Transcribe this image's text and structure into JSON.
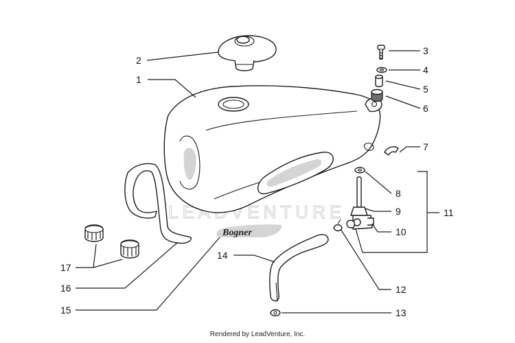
{
  "diagram": {
    "callouts": [
      {
        "id": "1",
        "label": "1"
      },
      {
        "id": "2",
        "label": "2"
      },
      {
        "id": "3",
        "label": "3"
      },
      {
        "id": "4",
        "label": "4"
      },
      {
        "id": "5",
        "label": "5"
      },
      {
        "id": "6",
        "label": "6"
      },
      {
        "id": "7",
        "label": "7"
      },
      {
        "id": "8",
        "label": "8"
      },
      {
        "id": "9",
        "label": "9"
      },
      {
        "id": "10",
        "label": "10"
      },
      {
        "id": "11",
        "label": "11"
      },
      {
        "id": "12",
        "label": "12"
      },
      {
        "id": "13",
        "label": "13"
      },
      {
        "id": "14",
        "label": "14"
      },
      {
        "id": "15",
        "label": "15"
      },
      {
        "id": "16",
        "label": "16"
      },
      {
        "id": "17",
        "label": "17"
      }
    ],
    "decal_text": "Bogner",
    "watermark": "LEADVENTURE",
    "credit": "Rendered by LeadVenture, Inc."
  },
  "colors": {
    "line": "#1a1a1a",
    "background": "#ffffff",
    "watermark": "#d6d6d6"
  }
}
